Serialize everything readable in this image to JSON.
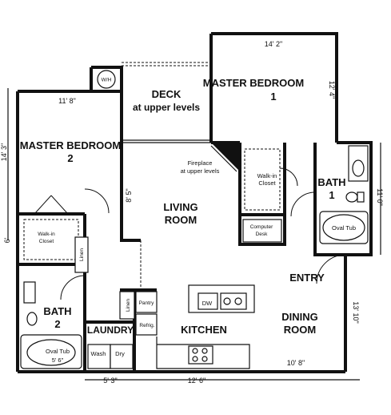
{
  "rooms": {
    "master_bedroom_1": {
      "name": "MASTER BEDROOM",
      "number": "1"
    },
    "master_bedroom_2": {
      "name": "MASTER BEDROOM",
      "number": "2"
    },
    "deck": {
      "name": "DECK",
      "sub": "at upper levels"
    },
    "living_room": {
      "line1": "LIVING",
      "line2": "ROOM"
    },
    "bath_1": {
      "name": "BATH",
      "number": "1"
    },
    "bath_2": {
      "name": "BATH",
      "number": "2"
    },
    "entry": "ENTRY",
    "dining_room": {
      "line1": "DINING",
      "line2": "ROOM"
    },
    "kitchen": "KITCHEN",
    "laundry": "LAUNDRY"
  },
  "labels": {
    "wh": "W/H",
    "fireplace_line1": "Fireplace",
    "fireplace_line2": "at upper levels",
    "walkin_closet_1_line1": "Walk-in",
    "walkin_closet_1_line2": "Closet",
    "walkin_closet_2_line1": "Walk-in",
    "walkin_closet_2_line2": "Closet",
    "computer_desk_line1": "Computer",
    "computer_desk_line2": "Desk",
    "linen_1": "Linen",
    "linen_2": "Linen",
    "pantry": "Pantry",
    "refrig": "Refrig.",
    "dw": "DW",
    "wash": "Wash",
    "dry": "Dry",
    "oval_tub_1": "Oval Tub",
    "oval_tub_2": "Oval Tub",
    "oval_tub_2_dim": "5' 6\""
  },
  "dimensions": {
    "mb1_width": "14' 2\"",
    "mb1_depth": "12' 4\"",
    "mb2_width": "11' 8\"",
    "mb2_depth": "14' 3\"",
    "living_depth": "8' 5\"",
    "bath1_depth": "11' 0\"",
    "left_lower": "6'",
    "dining_depth": "13' 10\"",
    "dining_width": "10' 8\"",
    "bottom_left": "5' 3\"",
    "bottom_right": "12' 6\""
  }
}
